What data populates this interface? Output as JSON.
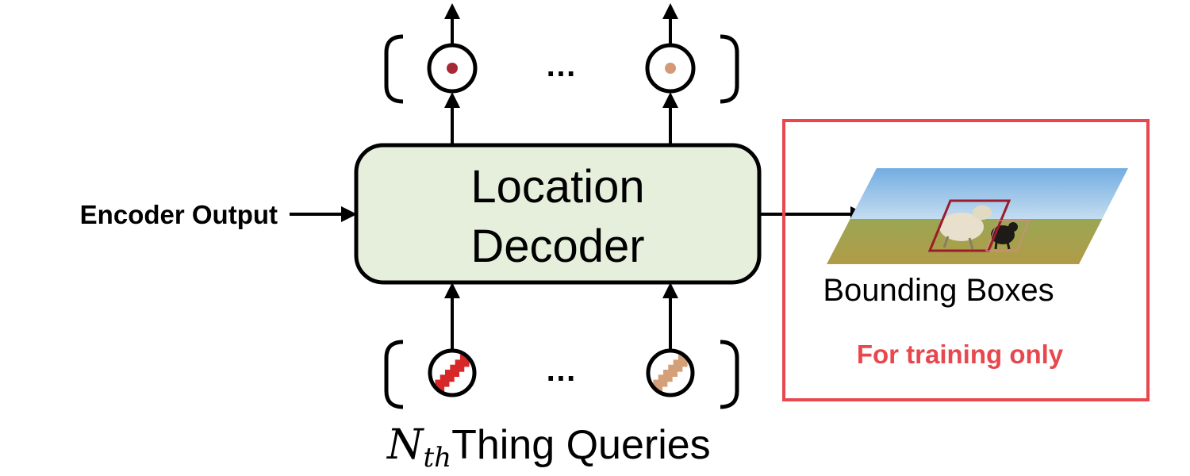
{
  "decoder": {
    "title_line1": "Location",
    "title_line2": "Decoder",
    "fill": "#e6efdc"
  },
  "input": {
    "label": "Encoder Output"
  },
  "outputs": {
    "ellipsis": "…",
    "dot_colors": [
      "#a52a35",
      "#d49a78"
    ]
  },
  "queries": {
    "ellipsis": "…",
    "math_symbol": "N",
    "math_subscript": "th",
    "label": "Thing Queries",
    "stripe_colors": [
      "#d62828",
      "#d4a07a"
    ]
  },
  "training_box": {
    "caption": "Bounding Boxes",
    "note": "For training only",
    "border_color": "#e8474d",
    "note_color": "#e8474d"
  },
  "image_panel": {
    "box_color": "#9b1c2c"
  }
}
